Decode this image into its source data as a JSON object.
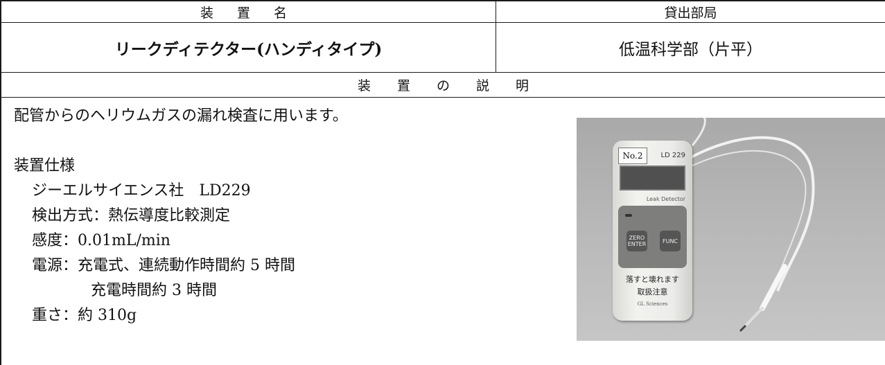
{
  "table": {
    "header_device_name": "装 置 名",
    "header_department": "貸出部局",
    "device_name": "リークディテクター(ハンディタイプ)",
    "department": "低温科学部（片平）",
    "description_header": "装置の説明"
  },
  "description": {
    "summary": "配管からのヘリウムガスの漏れ検査に用います。",
    "spec_title": "装置仕様",
    "maker": "ジーエルサイエンス社　LD229",
    "method": "検出方式：熱伝導度比較測定",
    "sensitivity": "感度：0.01mL/min",
    "power": "電源：充電式、連続動作時間約 5 時間",
    "charge": "充電時間約 3 時間",
    "weight": "重さ：約 310g"
  },
  "photo": {
    "label_no": "No.2",
    "model": "LD 229",
    "leak_label": "Leak Detector",
    "zero_button": "ZERO ENTER",
    "func_button": "FUNC",
    "warning_1": "落すと壊れます",
    "warning_2": "取扱注意",
    "brand": "GL Sciences"
  }
}
